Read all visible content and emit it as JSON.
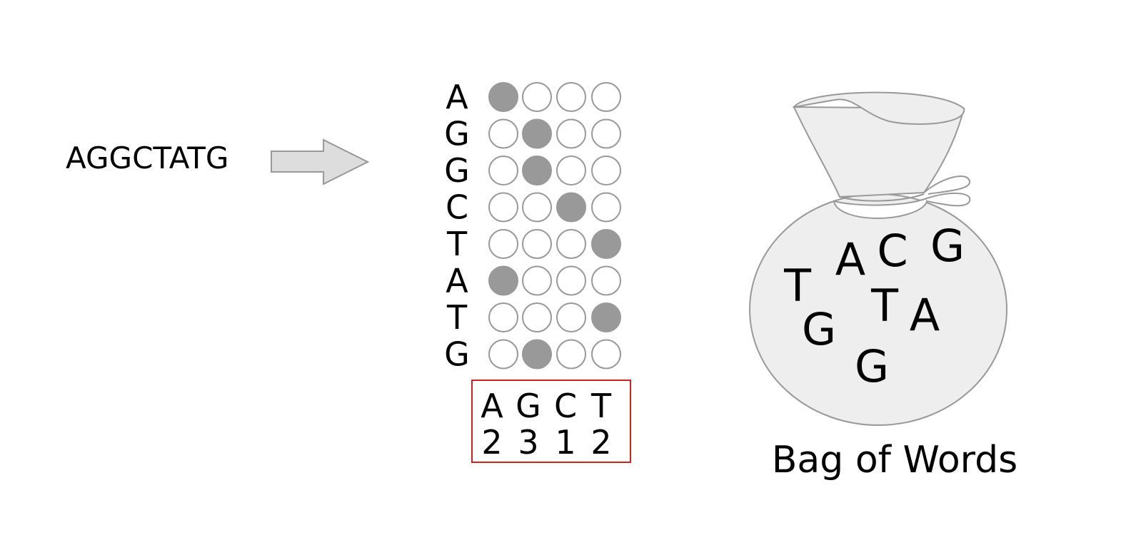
{
  "sequence": "AGGCTATG",
  "matrix": {
    "rows": [
      {
        "letter": "A",
        "onehot": [
          1,
          0,
          0,
          0
        ]
      },
      {
        "letter": "G",
        "onehot": [
          0,
          1,
          0,
          0
        ]
      },
      {
        "letter": "G",
        "onehot": [
          0,
          1,
          0,
          0
        ]
      },
      {
        "letter": "C",
        "onehot": [
          0,
          0,
          1,
          0
        ]
      },
      {
        "letter": "T",
        "onehot": [
          0,
          0,
          0,
          1
        ]
      },
      {
        "letter": "A",
        "onehot": [
          1,
          0,
          0,
          0
        ]
      },
      {
        "letter": "T",
        "onehot": [
          0,
          0,
          0,
          1
        ]
      },
      {
        "letter": "G",
        "onehot": [
          0,
          1,
          0,
          0
        ]
      }
    ]
  },
  "counts": {
    "letters": [
      "A",
      "G",
      "C",
      "T"
    ],
    "values": [
      "2",
      "3",
      "1",
      "2"
    ]
  },
  "bag": {
    "label": "Bag of Words",
    "letters": [
      "T",
      "A",
      "C",
      "G",
      "G",
      "T",
      "A",
      "G"
    ]
  },
  "colors": {
    "filled_dot": "#999999",
    "dot_stroke": "#999999",
    "box_border": "#cc2222",
    "arrow_fill": "#dddddd",
    "bag_fill": "#eeeeee",
    "bag_stroke": "#999999"
  }
}
